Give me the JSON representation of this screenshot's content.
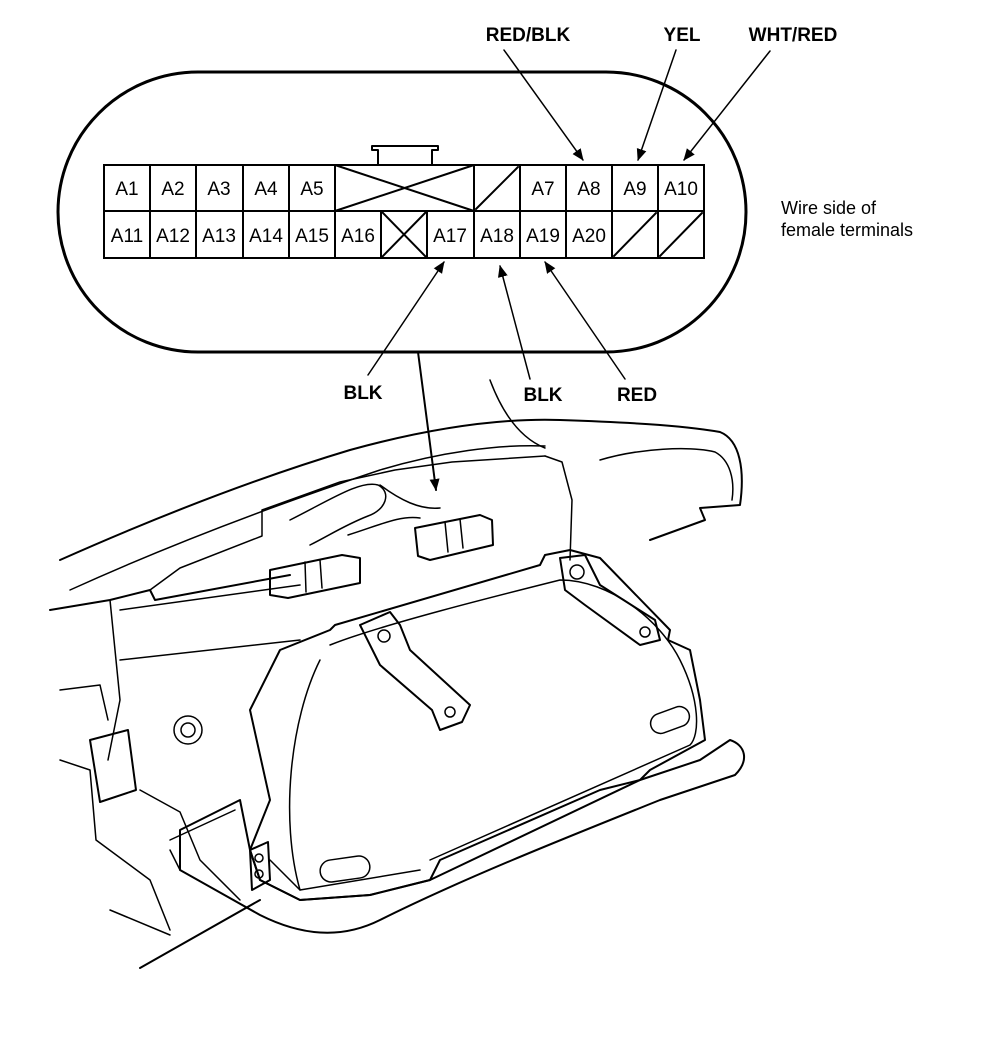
{
  "connector": {
    "top_row": [
      {
        "id": "A1",
        "label": "A1"
      },
      {
        "id": "A2",
        "label": "A2"
      },
      {
        "id": "A3",
        "label": "A3"
      },
      {
        "id": "A4",
        "label": "A4"
      },
      {
        "id": "A5",
        "label": "A5"
      },
      {
        "id": "A7",
        "label": "A7"
      },
      {
        "id": "A8",
        "label": "A8"
      },
      {
        "id": "A9",
        "label": "A9"
      },
      {
        "id": "A10",
        "label": "A10"
      }
    ],
    "bottom_row": [
      {
        "id": "A11",
        "label": "A11"
      },
      {
        "id": "A12",
        "label": "A12"
      },
      {
        "id": "A13",
        "label": "A13"
      },
      {
        "id": "A14",
        "label": "A14"
      },
      {
        "id": "A15",
        "label": "A15"
      },
      {
        "id": "A16",
        "label": "A16"
      },
      {
        "id": "A17",
        "label": "A17"
      },
      {
        "id": "A18",
        "label": "A18"
      },
      {
        "id": "A19",
        "label": "A19"
      },
      {
        "id": "A20",
        "label": "A20"
      }
    ]
  },
  "wires": {
    "red_blk": "RED/BLK",
    "yel": "YEL",
    "wht_red": "WHT/RED",
    "blk_a17": "BLK",
    "blk_a18": "BLK",
    "red": "RED"
  },
  "note": {
    "line1": "Wire side of",
    "line2": "female terminals"
  }
}
